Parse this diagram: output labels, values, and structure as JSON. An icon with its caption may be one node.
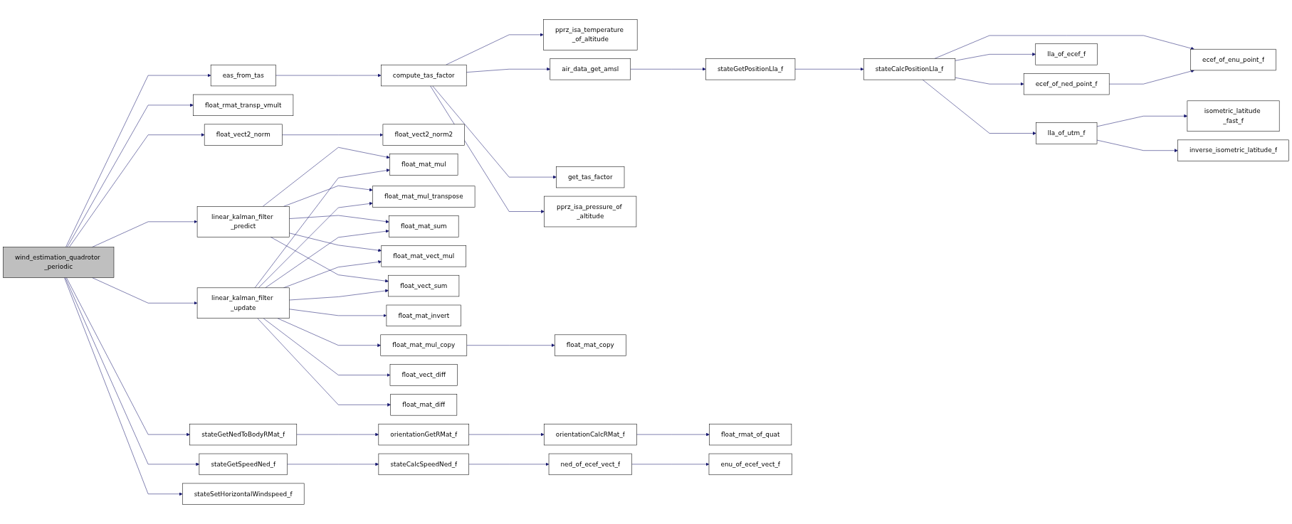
{
  "diagram": {
    "nodes": [
      {
        "text": [
          "wind_estimation_quadrotor _periodic"
        ]
      },
      {
        "text": [
          "eas_from_tas"
        ]
      },
      {
        "text": [
          "float_rmat_transp_vmult"
        ]
      },
      {
        "text": [
          "float_vect2_norm"
        ]
      },
      {
        "text": [
          "linear_kalman_filter _predict"
        ]
      },
      {
        "text": [
          "linear_kalman_filter _update"
        ]
      },
      {
        "text": [
          "stateGetNedToBodyRMat_f"
        ]
      },
      {
        "text": [
          "stateGetSpeedNed_f"
        ]
      },
      {
        "text": [
          "stateSetHorizontalWindspeed_f"
        ]
      },
      {
        "text": [
          "compute_tas_factor"
        ]
      },
      {
        "text": [
          "float_vect2_norm2"
        ]
      },
      {
        "text": [
          "float_mat_mul"
        ]
      },
      {
        "text": [
          "float_mat_mul_transpose"
        ]
      },
      {
        "text": [
          "float_mat_sum"
        ]
      },
      {
        "text": [
          "float_mat_vect_mul"
        ]
      },
      {
        "text": [
          "float_vect_sum"
        ]
      },
      {
        "text": [
          "float_mat_invert"
        ]
      },
      {
        "text": [
          "float_mat_mul_copy"
        ]
      },
      {
        "text": [
          "float_vect_diff"
        ]
      },
      {
        "text": [
          "float_mat_diff"
        ]
      },
      {
        "text": [
          "orientationGetRMat_f"
        ]
      },
      {
        "text": [
          "stateCalcSpeedNed_f"
        ]
      },
      {
        "text": [
          "pprz_isa_temperature _of_altitude"
        ]
      },
      {
        "text": [
          "air_data_get_amsl"
        ]
      },
      {
        "text": [
          "get_tas_factor"
        ]
      },
      {
        "text": [
          "pprz_isa_pressure_of _altitude"
        ]
      },
      {
        "text": [
          "float_mat_copy"
        ]
      },
      {
        "text": [
          "orientationCalcRMat_f"
        ]
      },
      {
        "text": [
          "ned_of_ecef_vect_f"
        ]
      },
      {
        "text": [
          "stateGetPositionLla_f"
        ]
      },
      {
        "text": [
          "float_rmat_of_quat"
        ]
      },
      {
        "text": [
          "enu_of_ecef_vect_f"
        ]
      },
      {
        "text": [
          "stateCalcPositionLla_f"
        ]
      },
      {
        "text": [
          "ecef_of_enu_point_f"
        ]
      },
      {
        "text": [
          "ecef_of_ned_point_f"
        ]
      },
      {
        "text": [
          "lla_of_ecef_f"
        ]
      },
      {
        "text": [
          "lla_of_utm_f"
        ]
      },
      {
        "text": [
          "isometric_latitude _fast_f"
        ]
      },
      {
        "text": [
          "inverse_isometric_latitude_f"
        ]
      }
    ],
    "edges": [
      {
        "from": 0,
        "to": 1,
        "arrow": "to"
      },
      {
        "from": 0,
        "to": 2,
        "arrow": "to"
      },
      {
        "from": 0,
        "to": 3,
        "arrow": "to"
      },
      {
        "from": 0,
        "to": 4,
        "arrow": "to"
      },
      {
        "from": 0,
        "to": 5,
        "arrow": "to"
      },
      {
        "from": 0,
        "to": 6,
        "arrow": "to"
      },
      {
        "from": 0,
        "to": 7,
        "arrow": "to"
      },
      {
        "from": 0,
        "to": 8,
        "arrow": "to"
      },
      {
        "from": 1,
        "to": 9,
        "arrow": "to"
      },
      {
        "from": 9,
        "to": 22,
        "arrow": "to"
      },
      {
        "from": 9,
        "to": 23,
        "arrow": "to"
      },
      {
        "from": 9,
        "to": 24,
        "arrow": "to"
      },
      {
        "from": 9,
        "to": 25,
        "arrow": "to"
      },
      {
        "from": 23,
        "to": 29,
        "arrow": "to"
      },
      {
        "from": 29,
        "to": 32,
        "arrow": "to"
      },
      {
        "from": 32,
        "to": 33,
        "arrow": "to"
      },
      {
        "from": 32,
        "to": 34,
        "arrow": "to"
      },
      {
        "from": 32,
        "to": 35,
        "arrow": "to"
      },
      {
        "from": 32,
        "to": 36,
        "arrow": "to"
      },
      {
        "from": 34,
        "to": 33,
        "arrow": "to"
      },
      {
        "from": 36,
        "to": 37,
        "arrow": "to"
      },
      {
        "from": 36,
        "to": 38,
        "arrow": "to"
      },
      {
        "from": 3,
        "to": 10,
        "arrow": "to"
      },
      {
        "from": 4,
        "to": 11,
        "arrow": "to"
      },
      {
        "from": 4,
        "to": 12,
        "arrow": "to"
      },
      {
        "from": 4,
        "to": 13,
        "arrow": "to"
      },
      {
        "from": 4,
        "to": 14,
        "arrow": "to"
      },
      {
        "from": 4,
        "to": 15,
        "arrow": "to"
      },
      {
        "from": 5,
        "to": 11,
        "arrow": "to"
      },
      {
        "from": 5,
        "to": 12,
        "arrow": "to"
      },
      {
        "from": 5,
        "to": 13,
        "arrow": "to"
      },
      {
        "from": 5,
        "to": 14,
        "arrow": "to"
      },
      {
        "from": 5,
        "to": 15,
        "arrow": "to"
      },
      {
        "from": 5,
        "to": 16,
        "arrow": "to"
      },
      {
        "from": 5,
        "to": 17,
        "arrow": "to"
      },
      {
        "from": 5,
        "to": 18,
        "arrow": "to"
      },
      {
        "from": 5,
        "to": 19,
        "arrow": "to"
      },
      {
        "from": 17,
        "to": 26,
        "arrow": "to"
      },
      {
        "from": 6,
        "to": 20,
        "arrow": "to"
      },
      {
        "from": 20,
        "to": 27,
        "arrow": "to"
      },
      {
        "from": 27,
        "to": 30,
        "arrow": "to"
      },
      {
        "from": 7,
        "to": 21,
        "arrow": "to"
      },
      {
        "from": 21,
        "to": 28,
        "arrow": "to"
      },
      {
        "from": 28,
        "to": 31,
        "arrow": "to"
      }
    ]
  }
}
